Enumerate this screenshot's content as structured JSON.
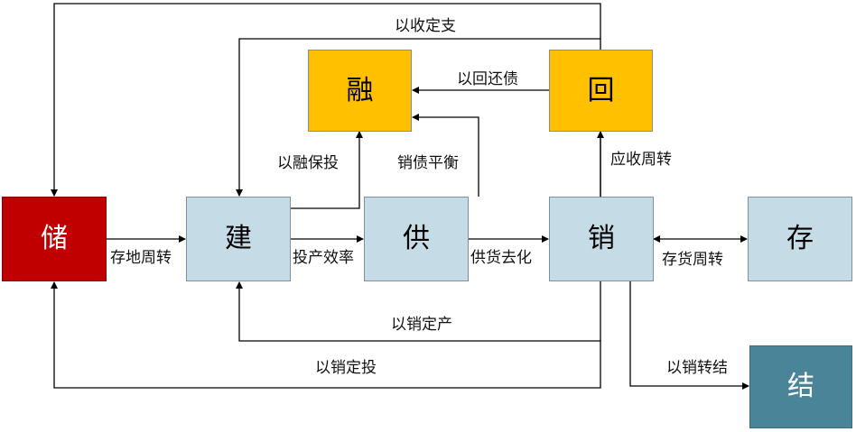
{
  "nodes": {
    "chu": {
      "label": "储",
      "fill": "#c00000",
      "text": "#ffffff"
    },
    "jian": {
      "label": "建",
      "fill": "#c5dbe6",
      "text": "#111111"
    },
    "gong": {
      "label": "供",
      "fill": "#c5dbe6",
      "text": "#111111"
    },
    "xiao": {
      "label": "销",
      "fill": "#c5dbe6",
      "text": "#111111"
    },
    "cun": {
      "label": "存",
      "fill": "#c5dbe6",
      "text": "#111111"
    },
    "rong": {
      "label": "融",
      "fill": "#ffc000",
      "text": "#111111"
    },
    "hui": {
      "label": "回",
      "fill": "#ffc000",
      "text": "#111111"
    },
    "jie": {
      "label": "结",
      "fill": "#4a8498",
      "text": "#ffffff"
    }
  },
  "edges": {
    "cun_di_zhou_zhuan": "存地周转",
    "tou_chan_xiao_lv": "投产效率",
    "gong_huo_qu_hua": "供货去化",
    "cun_huo_zhou_zhuan": "存货周转",
    "yi_shou_ding_zhi": "以收定支",
    "yi_hui_huan_zhai": "以回还债",
    "yi_rong_bao_tou": "以融保投",
    "xiao_zhai_ping_heng": "销债平衡",
    "ying_shou_zhou_zhuan": "应收周转",
    "yi_xiao_ding_chan": "以销定产",
    "yi_xiao_ding_tou": "以销定投",
    "yi_xiao_zhuan_jie": "以销转结"
  },
  "colors": {
    "line": "#000000",
    "border": "#7f8fa0"
  }
}
